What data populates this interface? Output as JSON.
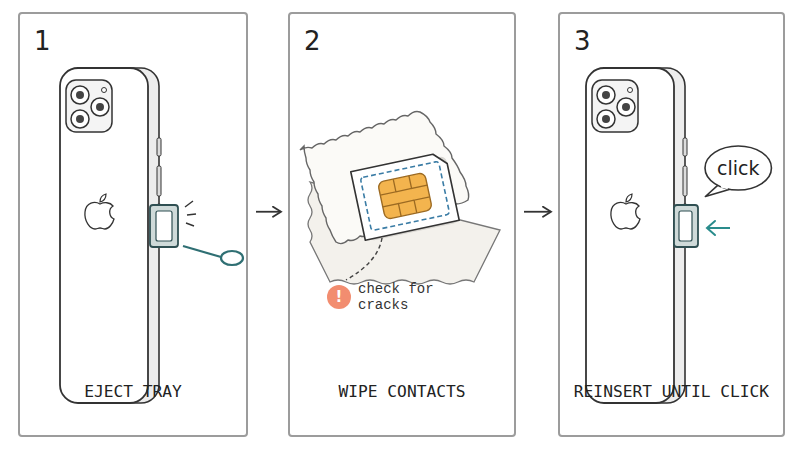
{
  "diagram": {
    "nodes": [
      {
        "text": [
          "1",
          "EJECT TRAY"
        ]
      },
      {
        "text": [
          "2",
          "WIPE CONTACTS"
        ]
      },
      {
        "text": [
          "!"
        ],
        "in": 1
      },
      {
        "text": [
          "3",
          "REINSERT UNTIL CLICK"
        ]
      },
      {
        "text": [
          "click"
        ],
        "in": 3
      }
    ],
    "edges": [
      {
        "from": 0,
        "to": 1,
        "arrow": "to"
      },
      {
        "from": 1,
        "to": 3,
        "arrow": "to"
      }
    ],
    "labels": [
      "check for cracks"
    ]
  }
}
